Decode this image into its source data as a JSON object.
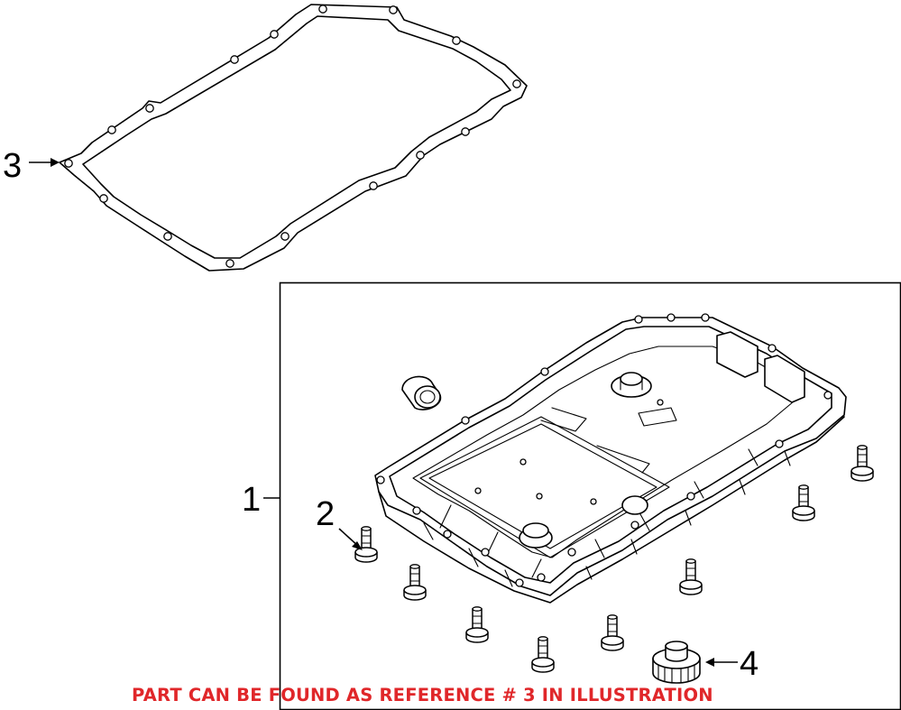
{
  "callouts": [
    {
      "id": "1",
      "label": "1"
    },
    {
      "id": "2",
      "label": "2"
    },
    {
      "id": "3",
      "label": "3"
    },
    {
      "id": "4",
      "label": "4"
    }
  ],
  "note": {
    "text": "PART CAN BE FOUND AS REFERENCE # 3 IN ILLUSTRATION",
    "color": "#e0272a"
  },
  "parts": [
    {
      "icon": "gasket-icon"
    },
    {
      "icon": "oil-pan-icon"
    },
    {
      "icon": "bolt-icon"
    },
    {
      "icon": "drain-plug-icon"
    },
    {
      "icon": "plug-icon"
    }
  ]
}
